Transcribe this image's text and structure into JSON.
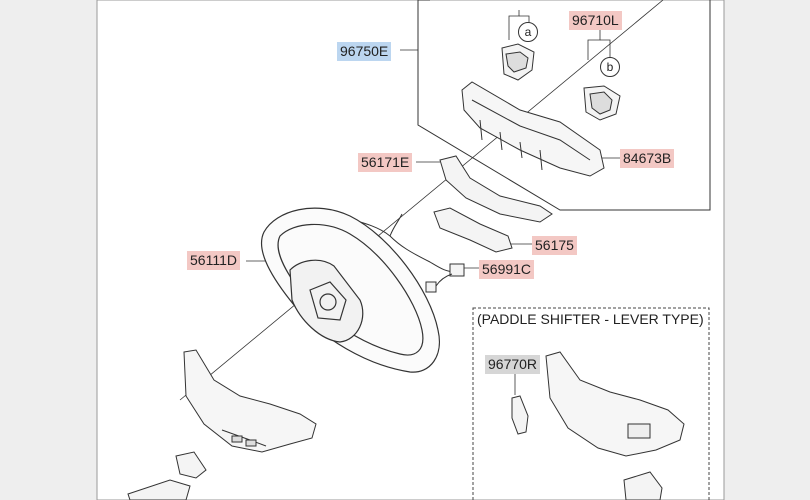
{
  "labels": {
    "p96750E": "96750E",
    "p96710L": "96710L",
    "p84673B": "84673B",
    "p56171E": "56171E",
    "p56175": "56175",
    "p56111D": "56111D",
    "p56991C": "56991C",
    "p96770R": "96770R"
  },
  "callouts": {
    "a": "a",
    "b": "b"
  },
  "paddle_caption": "(PADDLE SHIFTER - LEVER TYPE)",
  "colors": {
    "highlight_red": "#f3c8c4",
    "highlight_blue": "#bcd6f0",
    "highlight_gray": "#d6d6d6",
    "line": "#333333",
    "paper": "#ffffff",
    "margin": "#eeeeee"
  }
}
